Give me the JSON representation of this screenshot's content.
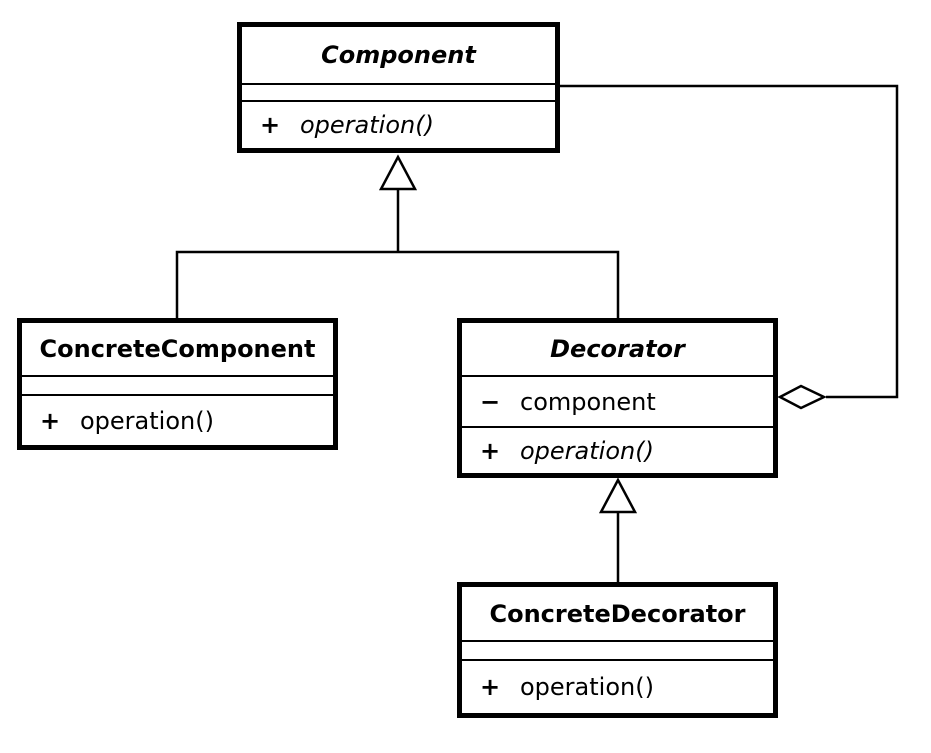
{
  "diagram": {
    "type": "uml-class-diagram",
    "pattern": "Decorator",
    "colors": {
      "background": "#ffffff",
      "line": "#000000",
      "box_fill": "#ffffff",
      "text": "#000000"
    },
    "classes": [
      {
        "name": "Component",
        "abstract": true,
        "attributes": [],
        "methods": [
          {
            "visibility": "+",
            "name": "operation()",
            "abstract": true
          }
        ]
      },
      {
        "name": "ConcreteComponent",
        "abstract": false,
        "attributes": [],
        "methods": [
          {
            "visibility": "+",
            "name": "operation()",
            "abstract": false
          }
        ]
      },
      {
        "name": "Decorator",
        "abstract": true,
        "attributes": [
          {
            "visibility": "−",
            "name": "component"
          }
        ],
        "methods": [
          {
            "visibility": "+",
            "name": "operation()",
            "abstract": true
          }
        ]
      },
      {
        "name": "ConcreteDecorator",
        "abstract": false,
        "attributes": [],
        "methods": [
          {
            "visibility": "+",
            "name": "operation()",
            "abstract": false
          }
        ]
      }
    ],
    "relationships": [
      {
        "type": "generalization",
        "from": "ConcreteComponent",
        "to": "Component"
      },
      {
        "type": "generalization",
        "from": "Decorator",
        "to": "Component"
      },
      {
        "type": "generalization",
        "from": "ConcreteDecorator",
        "to": "Decorator"
      },
      {
        "type": "aggregation",
        "owner": "Decorator",
        "part": "Component"
      }
    ]
  }
}
